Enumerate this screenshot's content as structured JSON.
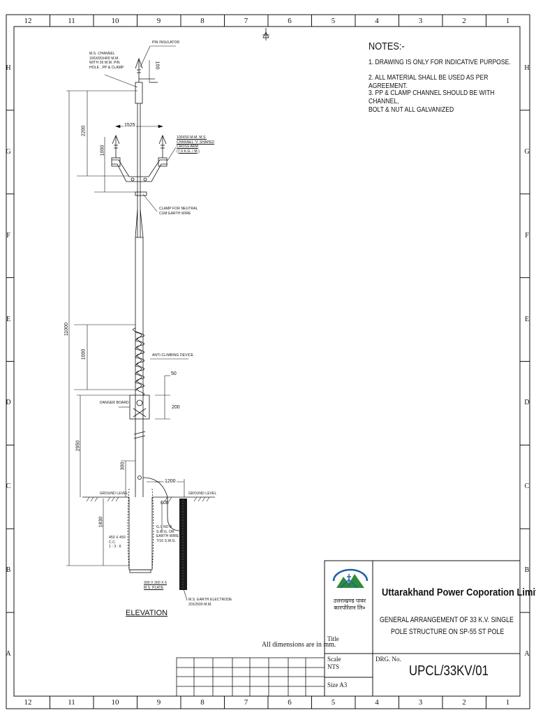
{
  "border": {
    "columns": [
      "12",
      "11",
      "10",
      "9",
      "8",
      "7",
      "6",
      "5",
      "4",
      "3",
      "2",
      "1"
    ],
    "rows": [
      "H",
      "G",
      "F",
      "E",
      "D",
      "C",
      "B",
      "A"
    ]
  },
  "notes": {
    "heading": "NOTES:-",
    "items": [
      "1. DRAWING IS ONLY FOR INDICATIVE PURPOSE.",
      "2. ALL MATERIAL SHALL BE USED AS PER AGREEMENT.",
      "3. PP & CLAMP CHANNEL SHOULD BE WITH CHANNEL,\n    BOLT & NUT ALL GALVANIZED"
    ]
  },
  "drawing": {
    "view_label": "ELEVATION",
    "dimension_note": "All dimensions are in mm.",
    "labels": {
      "pin_insulator": "PIN INSULATOR",
      "ms_channel": "M.S. CHANNEL\n165X65X400 M.M.\nWITH 26 M.M. PIN\nHOLE , PP & CLAMP",
      "cross_arm": "100X50 M.M. M.S.\nCHANNEL 'V' SHAPED\nCROSS ARM\n(7.9 K.G. / M.)",
      "clamp_neutral": "CLAMP FOR NEUTRAL\nCUM EARTH WIRE",
      "anti_climbing": "ANTI-CLIMBING DEVICE",
      "danger_board": "DANGER BOARD",
      "ground_level_left": "GROUND LEVEL",
      "ground_level_right": "GROUND LEVEL",
      "gi_wire": "G.I. NO 8\nS.W.G. OR\nEARTH WIRE\n7/16 S.W.G.",
      "foundation": "450 X 450\nC.C.\n1 : 3 : 6",
      "ms_plate": "300 X 300 X 6\nM.S. PLATE",
      "earth_electrode": "M.S. EARTH ELECTRODE\n20X2500 M.M."
    },
    "dimensions": {
      "d100": "100",
      "d1525": "1525",
      "d2200": "2200",
      "d1000a": "1000",
      "d11000": "11000",
      "d1000b": "1000",
      "d50": "50",
      "d200": "200",
      "d2950": "2950",
      "d300": "300",
      "d1200": "1200",
      "d600": "600",
      "d1830": "1830"
    }
  },
  "title_block": {
    "logo_text": "उत्तराखण्ड पावर\nकारपोरेशन लि०",
    "company": "Uttarakhand Power Coporation Limited",
    "title_line1": "GENERAL ARRANGEMENT OF 33 K.V. SINGLE",
    "title_line2": "POLE STRUCTURE ON SP-55 ST POLE",
    "title_label": "Title",
    "scale_label": "Scale",
    "scale_value": "NTS",
    "drg_label": "DRG. No.",
    "drg_value": "UPCL/33KV/01",
    "size_label": "Size A3"
  },
  "colors": {
    "line": "#111111",
    "logo_blue": "#1f5fa8",
    "logo_green": "#2e8b3a",
    "electrode": "#1a1a1a"
  }
}
